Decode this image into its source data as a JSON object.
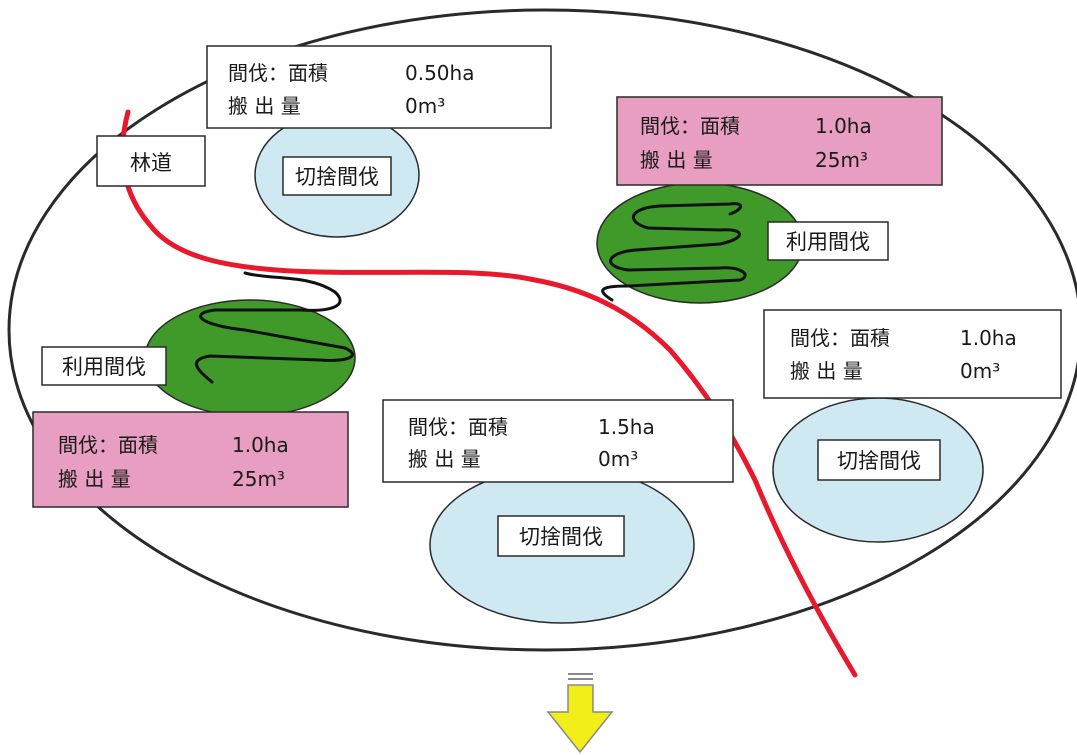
{
  "road_label": "林道",
  "stands": [
    {
      "kind_label": "切捨間伐",
      "type": "cut",
      "info": {
        "line1_label": "間伐：面積",
        "line1_value": "0.50ha",
        "line2_label": "搬 出 量",
        "line2_value": "0m³"
      }
    },
    {
      "kind_label": "利用間伐",
      "type": "use",
      "info": {
        "line1_label": "間伐：面積",
        "line1_value": "1.0ha",
        "line2_label": "搬 出 量",
        "line2_value": "25m³"
      }
    },
    {
      "kind_label": "利用間伐",
      "type": "use",
      "info": {
        "line1_label": "間伐：面積",
        "line1_value": "1.0ha",
        "line2_label": "搬 出 量",
        "line2_value": "25m³"
      }
    },
    {
      "kind_label": "切捨間伐",
      "type": "cut",
      "info": {
        "line1_label": "間伐：面積",
        "line1_value": "1.5ha",
        "line2_label": "搬 出 量",
        "line2_value": "0m³"
      }
    },
    {
      "kind_label": "切捨間伐",
      "type": "cut",
      "info": {
        "line1_label": "間伐：面積",
        "line1_value": "1.0ha",
        "line2_label": "搬 出 量",
        "line2_value": "0m³"
      }
    }
  ],
  "colors": {
    "road": "#e8192c",
    "forest_outline": "#2a2a2a",
    "use_stand_fill": "#3f9a2a",
    "cut_stand_fill": "#cfe9f3",
    "highlight_box": "#e89ec0",
    "plain_box": "#ffffff",
    "arrow_fill": "#f2ee1a",
    "arrow_stroke": "#8a8a8a"
  }
}
